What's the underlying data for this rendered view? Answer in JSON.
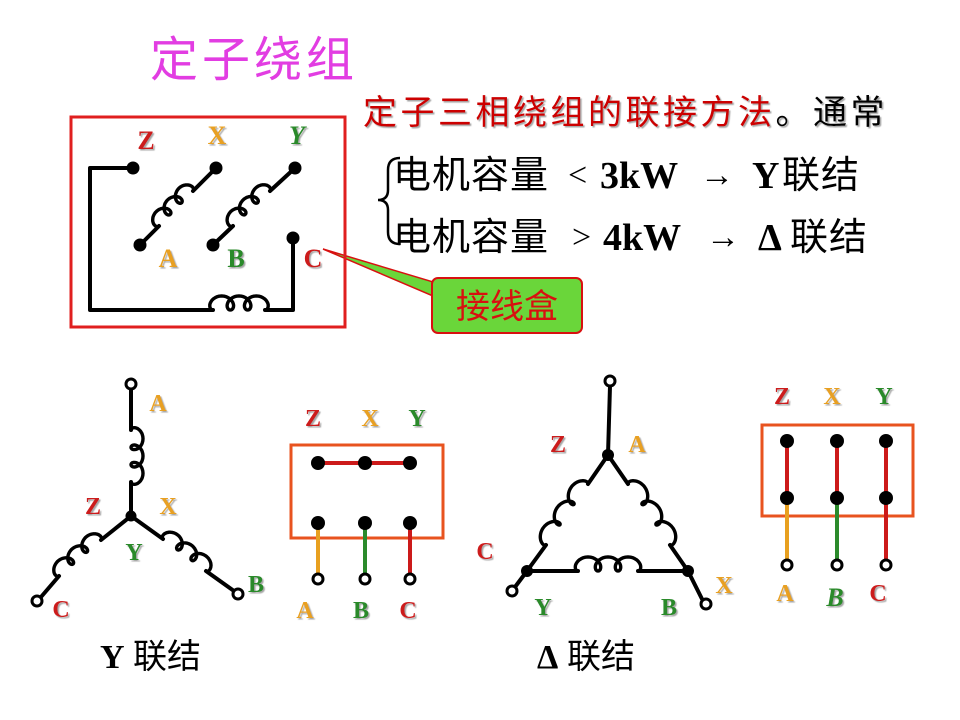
{
  "title": "定子绕组",
  "intro": {
    "highlight": "定子三相绕组的联接方法",
    "rest": "。通常"
  },
  "rules": [
    {
      "prefix": "电机容量",
      "op": "<",
      "power": "3kW",
      "arrow": "→",
      "result_symbol": "Y",
      "result_text": "联结"
    },
    {
      "prefix": "电机容量",
      "op": ">",
      "power": "4kW",
      "arrow": "→",
      "result_symbol": "Δ",
      "result_text": "联结"
    }
  ],
  "callout": "接线盒",
  "stator_box": {
    "top_labels": [
      "Z",
      "X",
      "Y"
    ],
    "bottom_labels": [
      "A",
      "B",
      "C"
    ]
  },
  "y_connection": {
    "labels": {
      "a": "A",
      "z": "Z",
      "x": "X",
      "y": "Y",
      "c": "C",
      "b": "B"
    },
    "caption_symbol": "Y",
    "caption_text": "联结"
  },
  "y_terminal_box": {
    "top_labels": [
      "Z",
      "X",
      "Y"
    ],
    "bottom_labels": [
      "A",
      "B",
      "C"
    ]
  },
  "delta_connection": {
    "labels": {
      "z": "Z",
      "a": "A",
      "c": "C",
      "y": "Y",
      "b": "B",
      "x": "X"
    },
    "caption_symbol": "Δ",
    "caption_text": "联结"
  },
  "delta_terminal_box": {
    "top_labels": [
      "Z",
      "X",
      "Y"
    ],
    "bottom_labels": [
      "A",
      "B",
      "C"
    ]
  },
  "colors": {
    "title": "#e23de2",
    "emphasis": "#cc0000",
    "label_red": "#cc1a1a",
    "label_orange": "#e8a020",
    "label_green": "#2b8a2b",
    "frame_red": "#e01f1f",
    "terminal_box": "#e8531f",
    "callout_fill": "#6ad63a",
    "callout_text": "#d81010",
    "wire": "#000000"
  }
}
